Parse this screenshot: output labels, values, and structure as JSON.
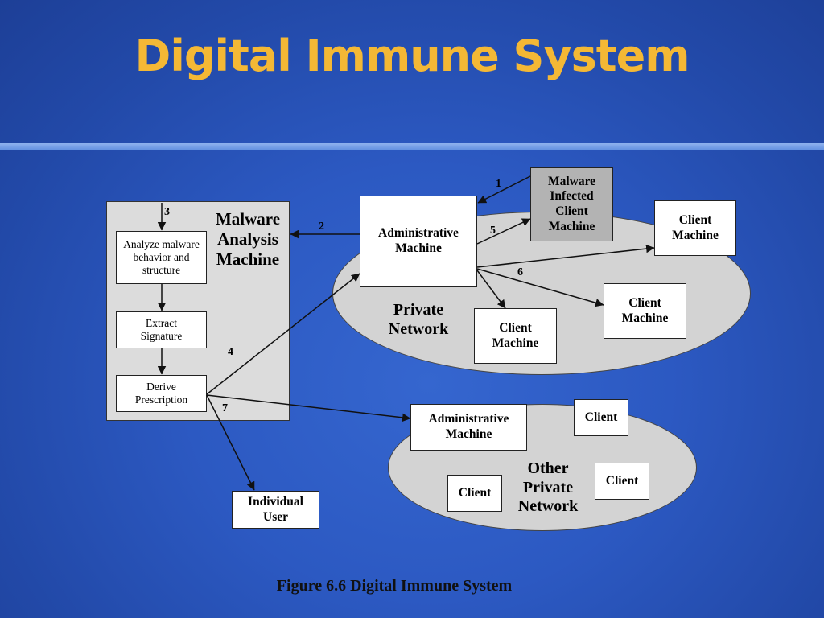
{
  "title": "Digital Immune System",
  "diagram": {
    "malware_analysis_machine": "Malware Analysis Machine",
    "analyze_step": "Analyze malware behavior and structure",
    "extract_step": "Extract Signature",
    "derive_step": "Derive Prescription",
    "admin_machine": "Administrative Machine",
    "infected_client": "Malware Infected Client Machine",
    "client_machine_1": "Client Machine",
    "client_machine_2": "Client Machine",
    "client_machine_3": "Client Machine",
    "private_network": "Private Network",
    "other_admin_machine": "Administrative Machine",
    "other_client_1": "Client",
    "other_client_2": "Client",
    "other_client_3": "Client",
    "other_private_network": "Other Private Network",
    "individual_user": "Individual User",
    "step_labels": [
      "1",
      "2",
      "3",
      "4",
      "5",
      "6",
      "7"
    ]
  },
  "caption": "Figure 6.6  Digital Immune System",
  "colors": {
    "background": "#2c59c2",
    "title": "#f4b835",
    "panel": "#dcdcdc",
    "network_ellipse": "#d3d3d3",
    "infected_box": "#b3b3b3"
  }
}
